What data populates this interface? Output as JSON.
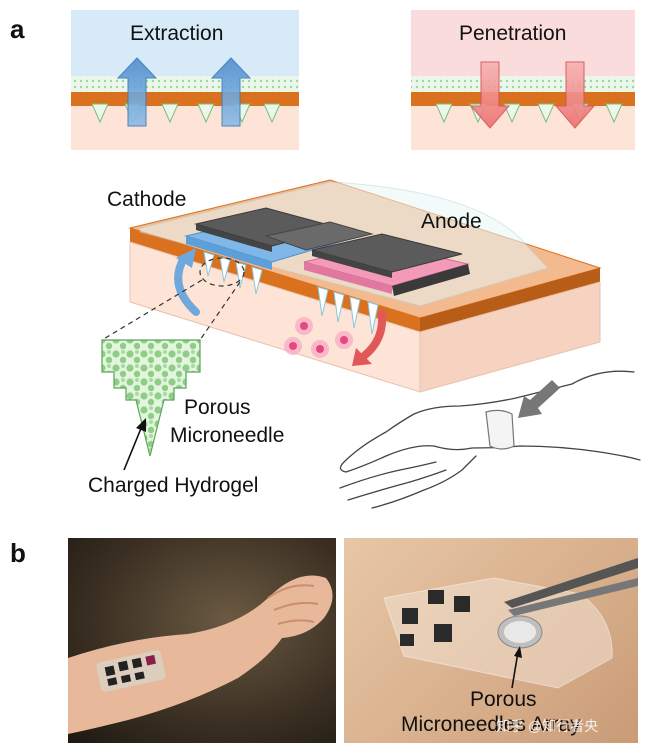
{
  "panel_a": {
    "letter": "a",
    "extraction_label": "Extraction",
    "penetration_label": "Penetration",
    "cathode_label": "Cathode",
    "anode_label": "Anode",
    "porous_microneedle_label_line1": "Porous",
    "porous_microneedle_label_line2": "Microneedle",
    "charged_hydrogel_label": "Charged Hydrogel"
  },
  "panel_b": {
    "letter": "b",
    "array_label_line1": "Porous",
    "array_label_line2": "Microneedles Array",
    "watermark": "知乎 @知行者央"
  },
  "colors": {
    "extraction_bg": "#d6eaf8",
    "penetration_bg": "#fbdcdc",
    "skin": "#fde4d6",
    "orange_layer": "#d9711f",
    "hydrogel_green": "#c9e9c9",
    "blue_arrow": "#6fa8dc",
    "red_arrow": "#f08080",
    "cathode_blue": "#7fb8e8",
    "anode_pink": "#f29ab8",
    "dark_electrode": "#5a5a5a"
  }
}
